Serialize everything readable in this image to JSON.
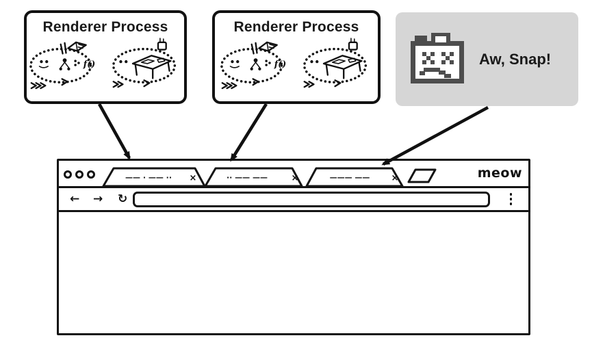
{
  "cards": {
    "renderer_1": {
      "title": "Renderer Process"
    },
    "renderer_2": {
      "title": "Renderer Process"
    },
    "crashed": {
      "label": "Aw, Snap!"
    }
  },
  "doodles": {
    "function_label": "f()"
  },
  "browser": {
    "window_title": "meow",
    "tabs": [
      {
        "scribble": "—— · —— ··",
        "close": "×"
      },
      {
        "scribble": "·· —— ——",
        "close": "×"
      },
      {
        "scribble": "——— ——",
        "close": "×"
      }
    ],
    "toolbar": {
      "back": "←",
      "forward": "→",
      "reload": "↻"
    }
  },
  "colors": {
    "ink": "#111111",
    "crashed_card_bg": "#d6d6d6",
    "sad_tab_icon_gray": "#4d4d4d"
  }
}
